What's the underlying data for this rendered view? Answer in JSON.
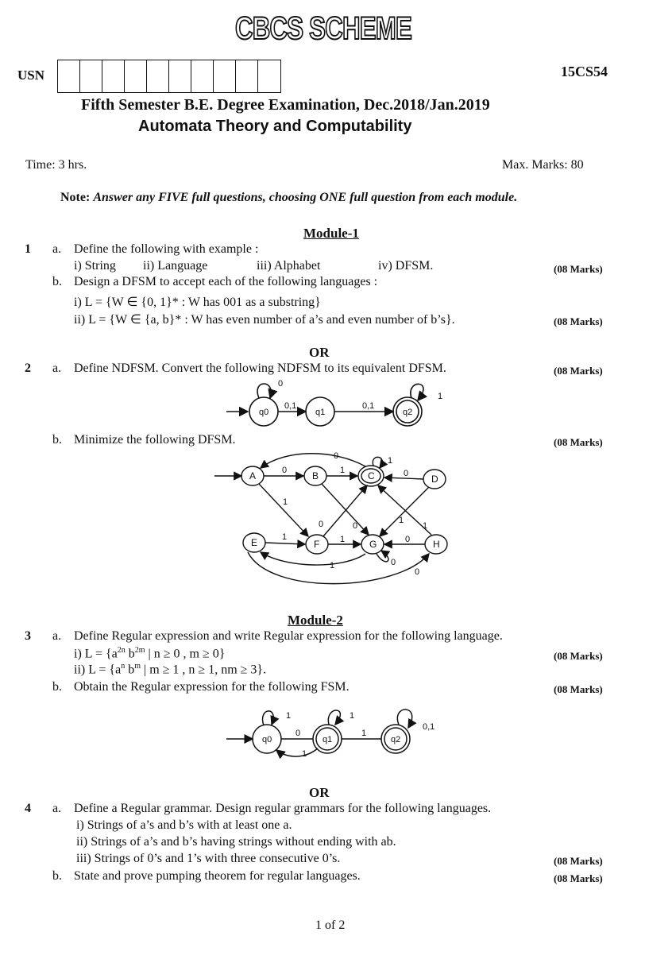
{
  "header": {
    "scheme": "CBCS SCHEME",
    "usn_label": "USN",
    "usn_box_count": 10,
    "course_code": "15CS54",
    "exam_title": "Fifth Semester B.E. Degree Examination, Dec.2018/Jan.2019",
    "subject": "Automata Theory and Computability",
    "time": "Time: 3 hrs.",
    "max_marks": "Max. Marks: 80",
    "note_label": "Note:",
    "note_text": "Answer any FIVE full questions, choosing ONE full question from each module."
  },
  "module1": {
    "title": "Module-1",
    "q1": {
      "num": "1",
      "a_label": "a.",
      "a_text": "Define the following with example :",
      "a_items": [
        "i) String",
        "ii) Language",
        "iii) Alphabet",
        "iv) DFSM."
      ],
      "a_marks": "(08 Marks)",
      "b_label": "b.",
      "b_text": "Design a DFSM to accept each of the following languages :",
      "b_i": "i)   L = {W ∈ {0, 1}* : W has 001 as a substring}",
      "b_ii": "ii)  L = {W ∈ {a, b}* : W has even number of a’s and even number of b’s}.",
      "b_marks": "(08 Marks)"
    },
    "or": "OR",
    "q2": {
      "num": "2",
      "a_label": "a.",
      "a_text": "Define NDFSM. Convert the following NDFSM to its equivalent DFSM.",
      "a_marks": "(08 Marks)",
      "nfa": {
        "states": [
          "q0",
          "q1",
          "q2"
        ],
        "labels": [
          "0",
          "0,1",
          "0,1",
          "1"
        ]
      },
      "b_label": "b.",
      "b_text": "Minimize the following DFSM.",
      "b_marks": "(08 Marks)",
      "dfa": {
        "states": [
          "A",
          "B",
          "C",
          "D",
          "E",
          "F",
          "G",
          "H"
        ],
        "labels": [
          "0",
          "1",
          "0",
          "1",
          "0",
          "1",
          "0",
          "1",
          "0",
          "1",
          "0",
          "0",
          "1",
          "1",
          "1",
          "0"
        ]
      }
    }
  },
  "module2": {
    "title": "Module-2",
    "q3": {
      "num": "3",
      "a_label": "a.",
      "a_text": "Define Regular expression and write Regular expression for the following language.",
      "a_i_prefix": "i)  L = {a",
      "a_i_sup1": "2n",
      "a_i_mid": " b",
      "a_i_sup2": "2m",
      "a_i_suffix": " | n ≥ 0 , m ≥ 0}",
      "a_marks": "(08 Marks)",
      "a_ii_prefix": "ii) L = {a",
      "a_ii_sup1": "n",
      "a_ii_mid": " b",
      "a_ii_sup2": "m",
      "a_ii_suffix": " | m ≥ 1 , n ≥ 1, nm ≥ 3}.",
      "b_label": "b.",
      "b_text": "Obtain the Regular expression for the following FSM.",
      "b_marks": "(08 Marks)",
      "fsm": {
        "states": [
          "q0",
          "q1",
          "q2"
        ],
        "labels": [
          "1",
          "0",
          "1",
          "1",
          "1",
          "0,1"
        ]
      }
    },
    "or": "OR",
    "q4": {
      "num": "4",
      "a_label": "a.",
      "a_text": "Define a Regular grammar. Design regular grammars for the following languages.",
      "a_items": [
        "i)   Strings of a’s and b’s with at least one a.",
        "ii)  Strings of a’s and b’s having strings without ending with ab.",
        "iii) Strings of 0’s and 1’s with three consecutive 0’s."
      ],
      "a_marks": "(08 Marks)",
      "b_label": "b.",
      "b_text": "State and prove pumping theorem for regular languages.",
      "b_marks": "(08 Marks)"
    }
  },
  "footer": {
    "page": "1 of 2"
  }
}
